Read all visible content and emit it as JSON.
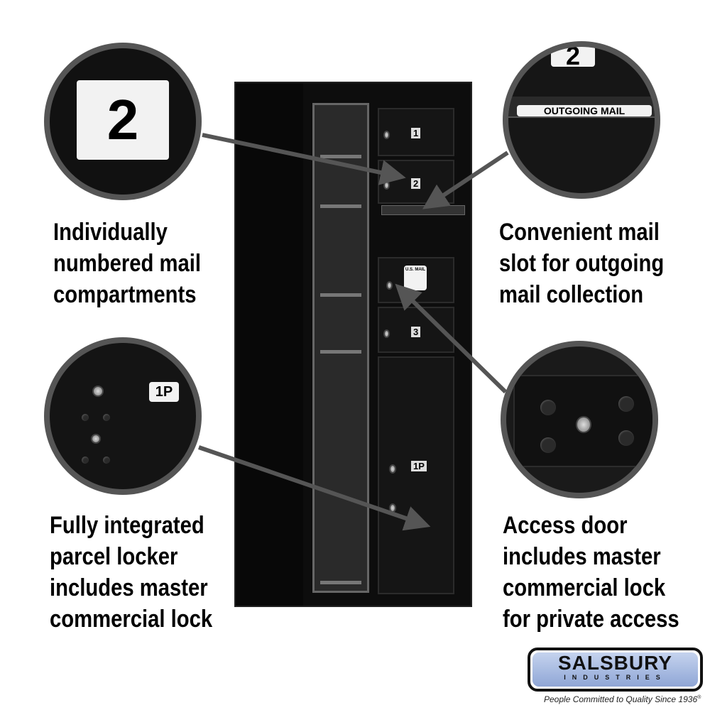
{
  "features": [
    {
      "lines": [
        "Individually",
        "numbered mail",
        "compartments"
      ],
      "detail_label": "2"
    },
    {
      "lines": [
        "Convenient mail",
        "slot for outgoing",
        "mail collection"
      ],
      "detail_label": "OUTGOING MAIL",
      "detail_number": "2"
    },
    {
      "lines": [
        "Fully integrated",
        "parcel locker",
        "includes master",
        "commercial lock"
      ],
      "detail_label": "1P"
    },
    {
      "lines": [
        "Access door",
        "includes master",
        "commercial lock",
        "for private access"
      ]
    }
  ],
  "cabinet": {
    "compartments": [
      "1",
      "2",
      "3"
    ],
    "parcel_label": "1P",
    "usps_label": "U.S. MAIL"
  },
  "logo": {
    "name": "SALSBURY",
    "sub": "INDUSTRIES",
    "tagline": "People Committed to Quality Since 1936",
    "reg": "®"
  },
  "colors": {
    "cabinet": "#111111",
    "ring": "#555555",
    "arrow": "#555555",
    "logo_blue": "#8fa6d6"
  }
}
